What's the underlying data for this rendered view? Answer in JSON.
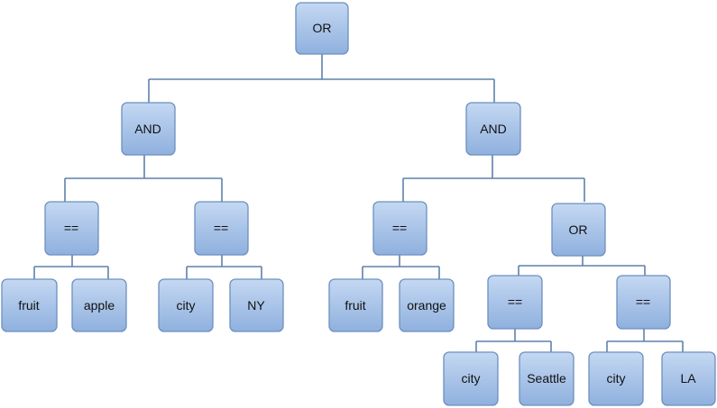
{
  "colors": {
    "node_fill_top": "#c4d8f2",
    "node_fill_bottom": "#8fb0de",
    "node_border": "#6d8fbf",
    "connector": "#5f81ad",
    "text": "#111111"
  },
  "tree": {
    "root": {
      "label": "OR"
    },
    "left_branch": {
      "and": {
        "label": "AND"
      },
      "eq1": {
        "label": "==",
        "left": "fruit",
        "right": "apple"
      },
      "eq2": {
        "label": "==",
        "left": "city",
        "right": "NY"
      }
    },
    "right_branch": {
      "and": {
        "label": "AND"
      },
      "eq3": {
        "label": "==",
        "left": "fruit",
        "right": "orange"
      },
      "or": {
        "label": "OR"
      },
      "eq4": {
        "label": "==",
        "left": "city",
        "right": "Seattle"
      },
      "eq5": {
        "label": "==",
        "left": "city",
        "right": "LA"
      }
    }
  }
}
